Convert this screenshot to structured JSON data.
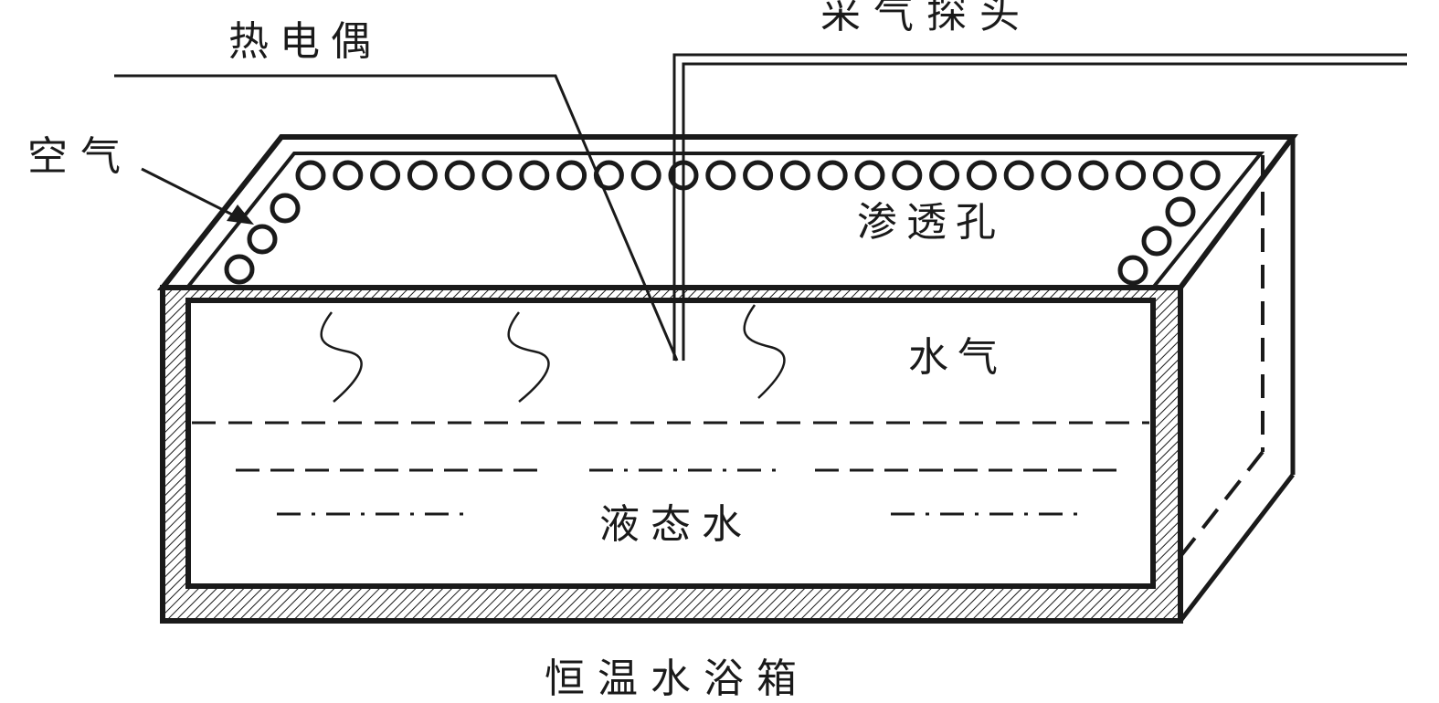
{
  "labels": {
    "sampling_probe": "采气探头",
    "thermocouple": "热电偶",
    "air": "空气",
    "permeation_holes": "渗透孔",
    "water_vapor": "水气",
    "liquid_water": "液态水",
    "water_bath": "恒温水浴箱"
  },
  "colors": {
    "line": "#1a1a1a",
    "background": "#ffffff"
  }
}
